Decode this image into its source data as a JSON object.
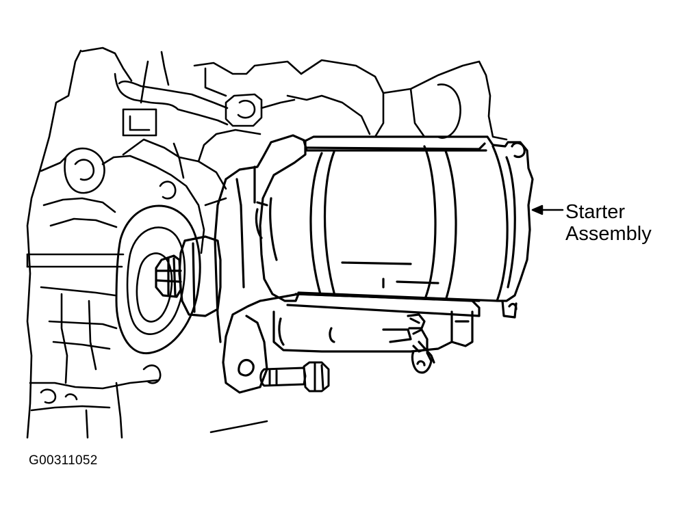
{
  "callout": {
    "line1": "Starter",
    "line2": "Assembly"
  },
  "figure_id": "G00311052",
  "colors": {
    "ink": "#000000",
    "paper": "#ffffff"
  }
}
